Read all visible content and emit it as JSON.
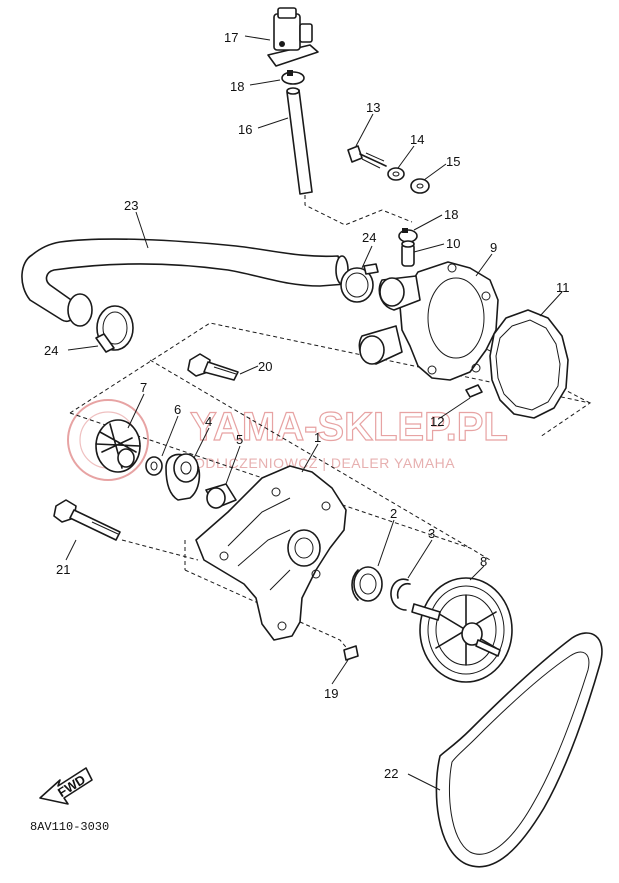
{
  "diagram": {
    "code": "8AV110-3030",
    "fwd_label": "FWD",
    "watermark": {
      "brand": "YAMA-SKLEP.PL",
      "tagline": "ODLICZENIOWCZ | DEALER YAMAHA",
      "color": "#e06060"
    },
    "callouts": [
      {
        "id": "c1",
        "text": "17"
      },
      {
        "id": "c2",
        "text": "18"
      },
      {
        "id": "c3",
        "text": "16"
      },
      {
        "id": "c4",
        "text": "13"
      },
      {
        "id": "c5",
        "text": "14"
      },
      {
        "id": "c6",
        "text": "15"
      },
      {
        "id": "c7",
        "text": "23"
      },
      {
        "id": "c8",
        "text": "18"
      },
      {
        "id": "c9",
        "text": "24"
      },
      {
        "id": "c10",
        "text": "10"
      },
      {
        "id": "c11",
        "text": "9"
      },
      {
        "id": "c12",
        "text": "11"
      },
      {
        "id": "c13",
        "text": "24"
      },
      {
        "id": "c14",
        "text": "20"
      },
      {
        "id": "c15",
        "text": "7"
      },
      {
        "id": "c16",
        "text": "6"
      },
      {
        "id": "c17",
        "text": "4"
      },
      {
        "id": "c18",
        "text": "5"
      },
      {
        "id": "c19",
        "text": "12"
      },
      {
        "id": "c20",
        "text": "1"
      },
      {
        "id": "c21",
        "text": "2"
      },
      {
        "id": "c22",
        "text": "3"
      },
      {
        "id": "c23",
        "text": "8"
      },
      {
        "id": "c24",
        "text": "21"
      },
      {
        "id": "c25",
        "text": "19"
      },
      {
        "id": "c26",
        "text": "22"
      }
    ]
  }
}
